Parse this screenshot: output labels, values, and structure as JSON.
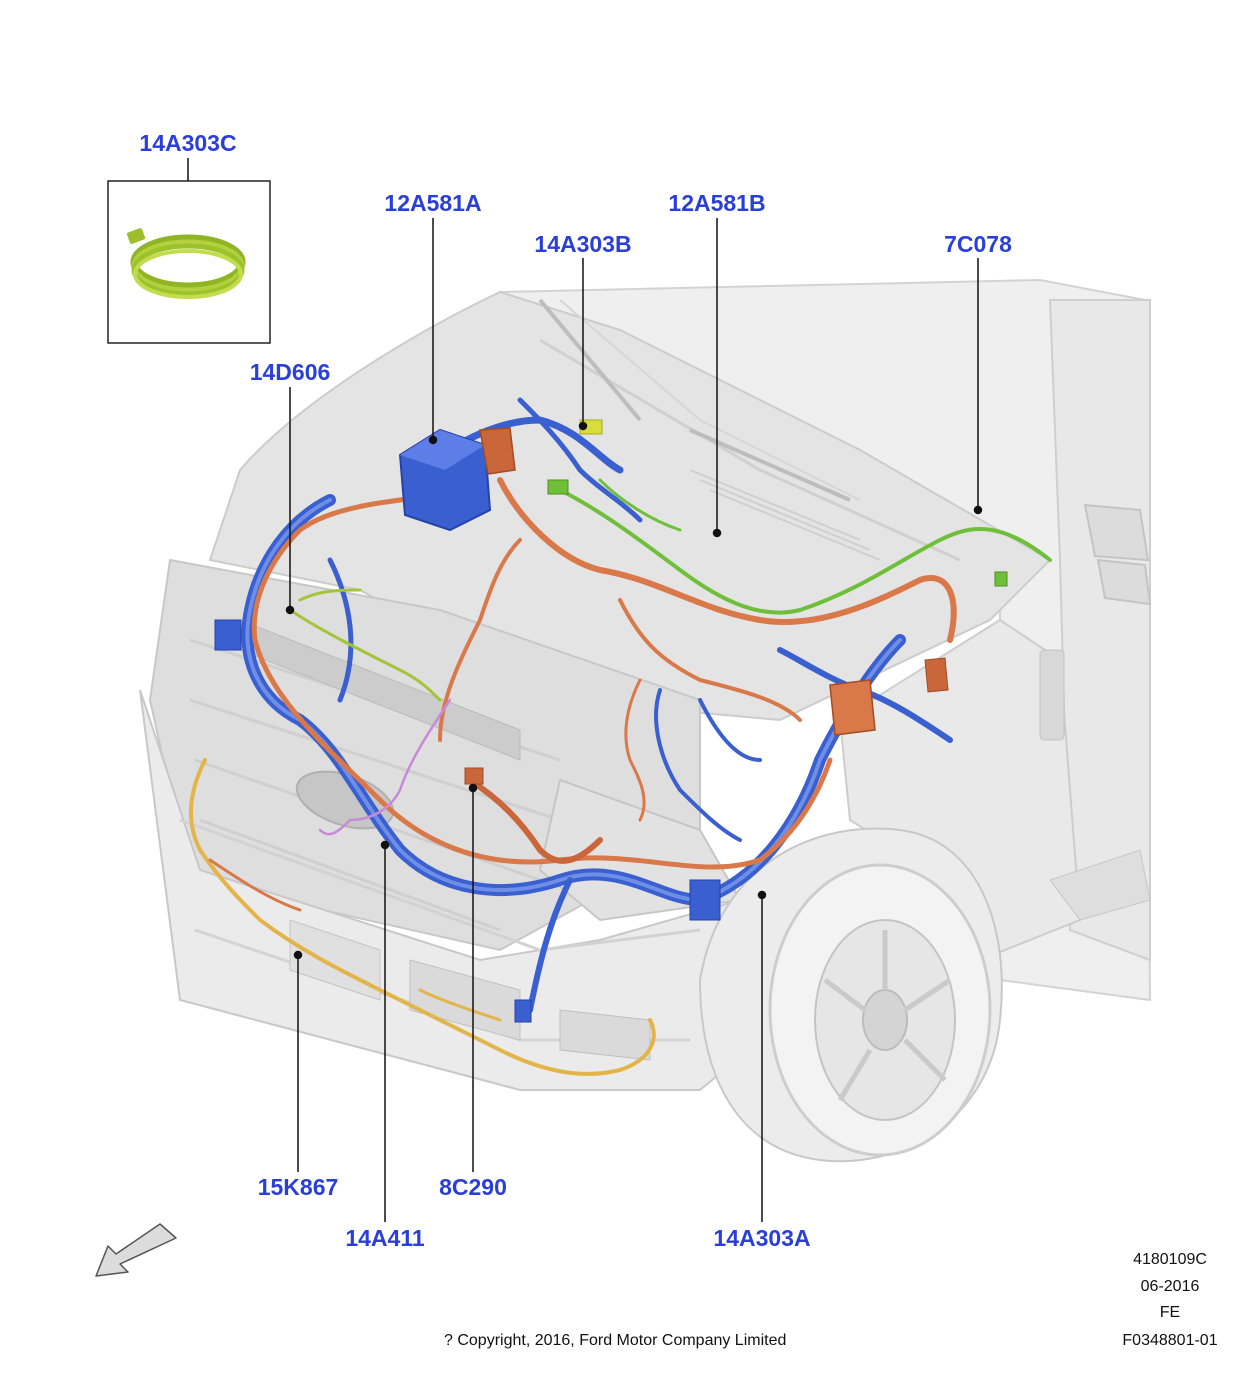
{
  "callouts": {
    "c14A303C": "14A303C",
    "c12A581A": "12A581A",
    "c14A303B": "14A303B",
    "c12A581B": "12A581B",
    "c7C078": "7C078",
    "c14D606": "14D606",
    "c15K867": "15K867",
    "c14A411": "14A411",
    "c8C290": "8C290",
    "c14A303A": "14A303A"
  },
  "footer": {
    "illustration_number": "4180109C",
    "date": "06-2016",
    "region": "FE",
    "copyright": "? Copyright, 2016, Ford Motor Company Limited",
    "figure_code": "F0348801-01"
  },
  "colors": {
    "callout_text": "#2a3fd8",
    "harness_blue": "#3a5fd0",
    "harness_orange": "#d9794a",
    "harness_green": "#6fbf3a",
    "harness_yellow": "#e3b44a",
    "coil_green": "#b3d13c",
    "truck_body": "#e6e6e6"
  },
  "icons": {
    "direction_arrow": "front-direction-arrow-icon"
  }
}
